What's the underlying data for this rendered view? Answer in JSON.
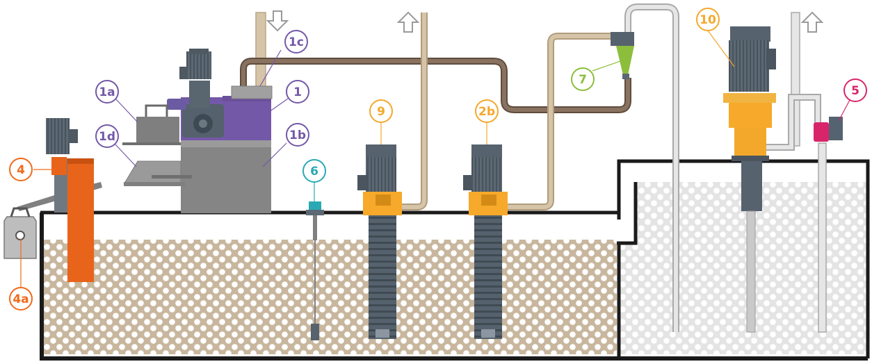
{
  "colors": {
    "purple": "#7458a8",
    "orange": "#f06a1a",
    "teal": "#2aa9b4",
    "yellow": "#f3a82c",
    "green": "#8cbe3c",
    "magenta": "#d8256a",
    "grey_dark": "#556370",
    "tank_wall": "#1a1a1a",
    "coolant_fill": "#c8b79e",
    "clean_fill": "#e6e6e6",
    "pipe_brown": "#8a7260",
    "pipe_tan": "#d6c4a8",
    "pipe_light": "#e4e4e4",
    "conveyor": "#e8641b",
    "pump_yellow": "#f6a92a"
  },
  "labels": {
    "l1": "1",
    "l1a": "1a",
    "l1b": "1b",
    "l1c": "1c",
    "l1d": "1d",
    "l2b": "2b",
    "l4": "4",
    "l4a": "4a",
    "l5": "5",
    "l6": "6",
    "l7": "7",
    "l9": "9",
    "l10": "10"
  },
  "icons": {
    "inflow": "arrow-down-outline",
    "return_flow": "arrow-up-outline",
    "return_flow_2": "arrow-up-outline"
  }
}
